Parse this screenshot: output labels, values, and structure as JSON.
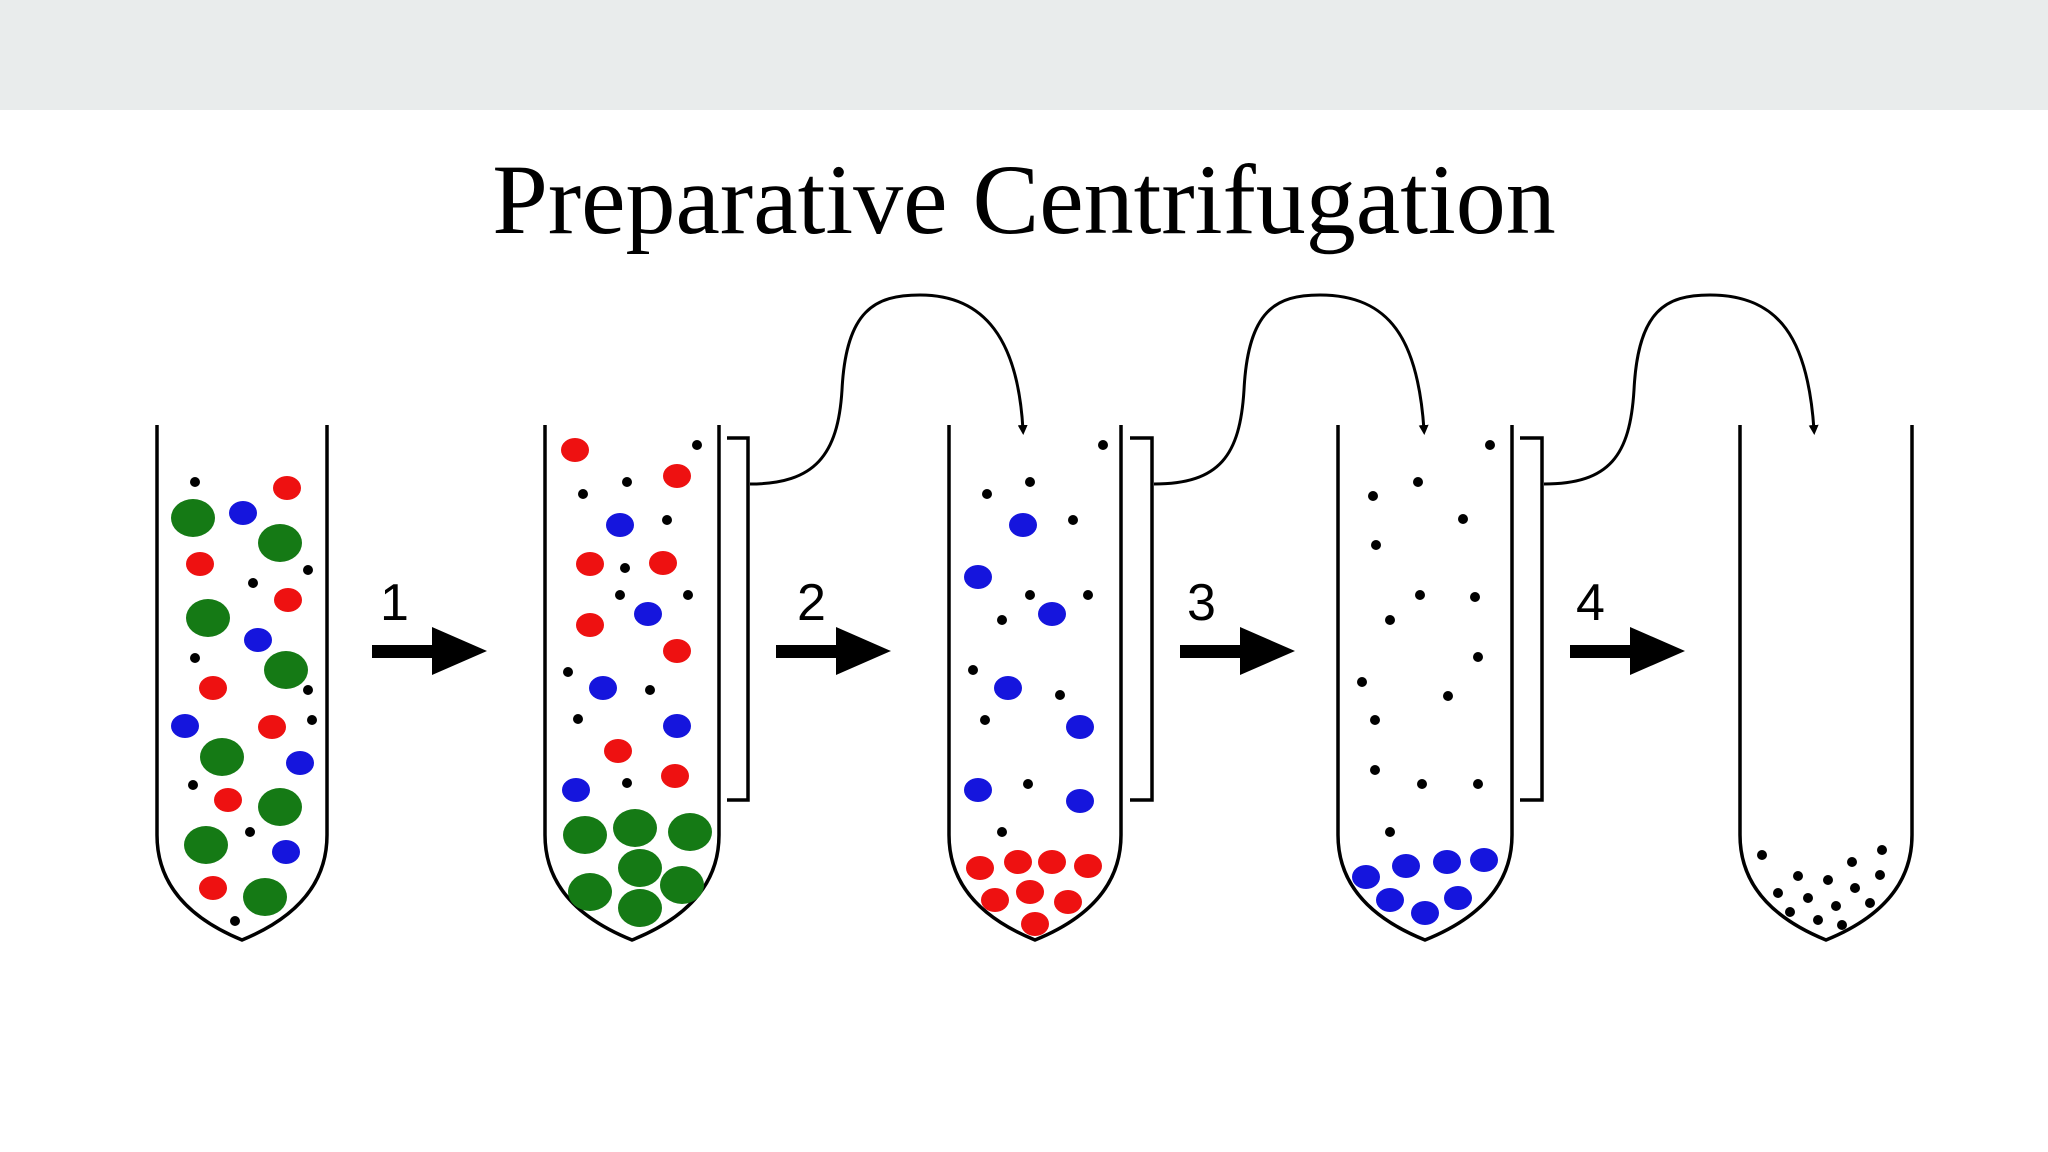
{
  "slide": {
    "title": "Preparative Centrifugation"
  },
  "colors": {
    "band": "#e9ecec",
    "large_particle": "#157a15",
    "medium_particle": "#ee1111",
    "small_particle": "#1515dd",
    "tiny_particle": "#000000",
    "outline": "#000000"
  },
  "steps": [
    {
      "label": "1"
    },
    {
      "label": "2"
    },
    {
      "label": "3"
    },
    {
      "label": "4"
    }
  ]
}
